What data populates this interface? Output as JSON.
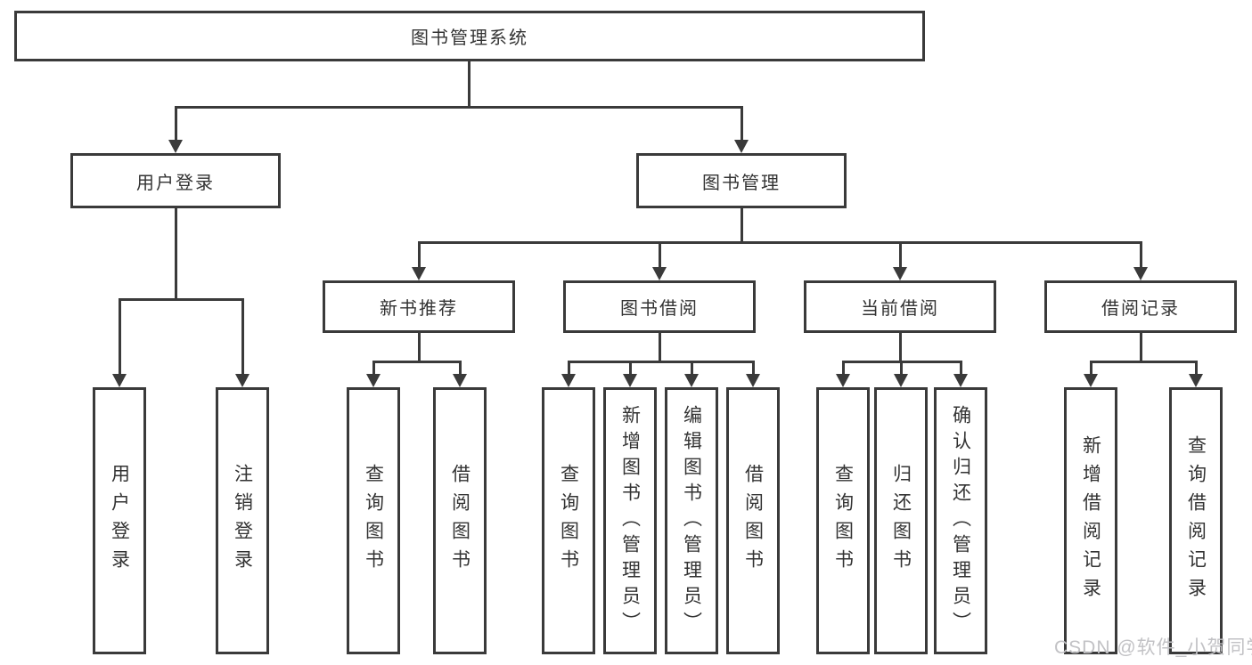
{
  "title": "图书管理系统",
  "watermark": {
    "text": "CSDN @软件_小贺同学"
  },
  "colors": {
    "line": "#3a3a3a",
    "box_background": "#ffffff",
    "text": "#333333",
    "watermark": "#c2c2c5"
  },
  "nodes": {
    "root": "图书管理系统",
    "user_login": "用户登录",
    "book_mgmt": "图书管理",
    "new_book_rec": "新书推荐",
    "book_borrow": "图书借阅",
    "current_borrow": "当前借阅",
    "borrow_record": "借阅记录",
    "leaf_user_login": "用户登录",
    "leaf_logout": "注销登录",
    "leaf_query_book_a": "查询图书",
    "leaf_borrow_book_a": "借阅图书",
    "leaf_query_book_b": "查询图书",
    "leaf_add_book": "新增图书（管理员）",
    "leaf_edit_book": "编辑图书（管理员）",
    "leaf_borrow_book_b": "借阅图书",
    "leaf_query_book_c": "查询图书",
    "leaf_return_book": "归还图书",
    "leaf_confirm_return": "确认归还（管理员）",
    "leaf_add_record": "新增借阅记录",
    "leaf_query_record": "查询借阅记录"
  },
  "hierarchy": {
    "图书管理系统": {
      "用户登录": [
        "用户登录",
        "注销登录"
      ],
      "图书管理": {
        "新书推荐": [
          "查询图书",
          "借阅图书"
        ],
        "图书借阅": [
          "查询图书",
          "新增图书（管理员）",
          "编辑图书（管理员）",
          "借阅图书"
        ],
        "当前借阅": [
          "查询图书",
          "归还图书",
          "确认归还（管理员）"
        ],
        "借阅记录": [
          "新增借阅记录",
          "查询借阅记录"
        ]
      }
    }
  }
}
